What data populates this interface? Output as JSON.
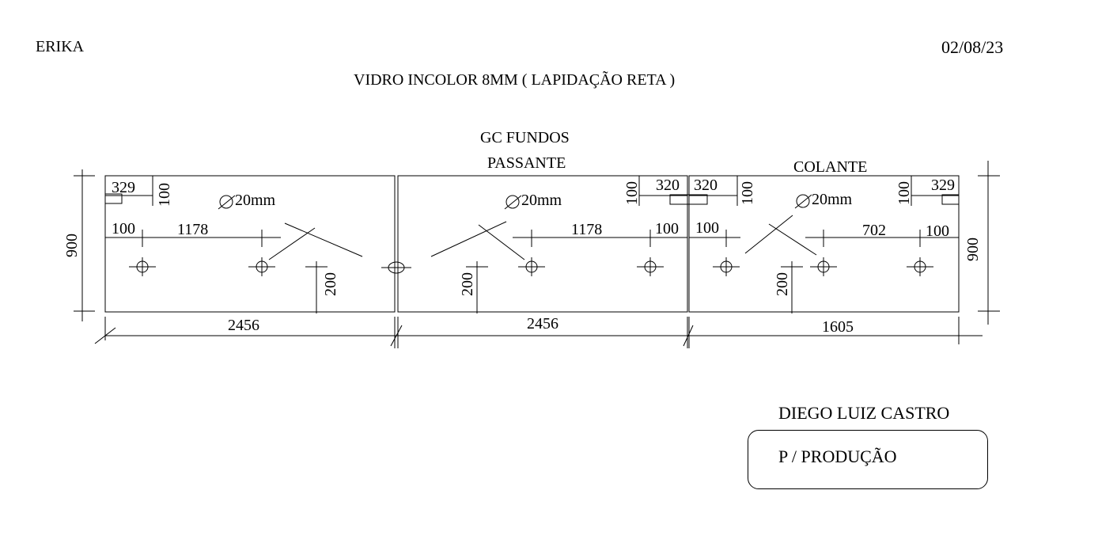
{
  "header": {
    "client": "ERIKA",
    "date": "02/08/23",
    "material": "VIDRO INCOLOR 8MM   ( LAPIDAÇÃO RETA )"
  },
  "labels": {
    "gc_fundos": "GC FUNDOS",
    "passante": "PASSANTE",
    "colante": "COLANTE"
  },
  "panels": [
    {
      "width": "2456",
      "notch": {
        "left_dim": "329",
        "depth_dim": "100"
      },
      "hole_diameter": "20mm",
      "hole_dims": {
        "edge": "100",
        "spacing": "1178"
      },
      "height_dim": "900",
      "bottom_dim": "200"
    },
    {
      "width": "2456",
      "notch": {
        "right_dim": "320",
        "depth_dim": "100"
      },
      "hole_diameter": "20mm",
      "hole_dims": {
        "spacing": "1178",
        "edge": "100"
      },
      "bottom_dim": "200"
    },
    {
      "width": "1605",
      "notch_left": {
        "dim": "320",
        "depth_dim": "100"
      },
      "notch_right": {
        "dim": "329",
        "depth_dim": "100"
      },
      "hole_diameter": "20mm",
      "hole_dims": {
        "edge_left": "100",
        "spacing": "702",
        "edge_right": "100"
      },
      "height_dim": "900",
      "bottom_dim": "200"
    }
  ],
  "signature": {
    "name": "DIEGO LUIZ CASTRO",
    "stamp": "P / PRODUÇÃO"
  }
}
